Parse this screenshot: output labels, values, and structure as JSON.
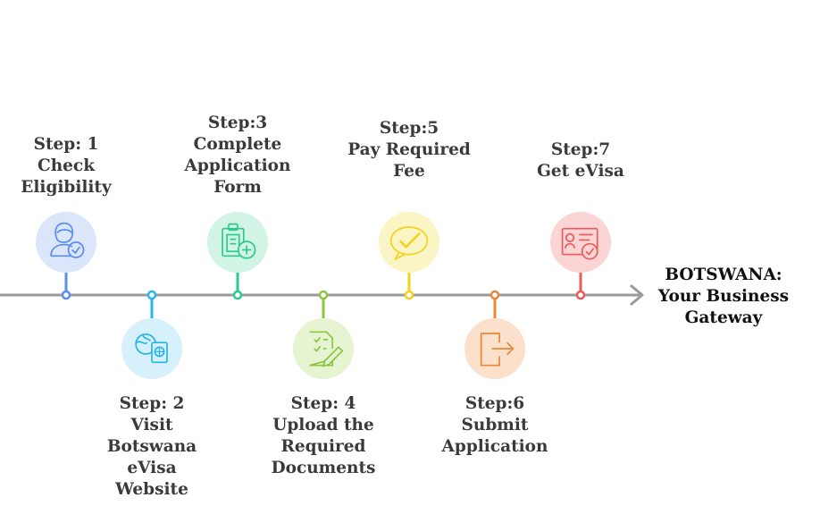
{
  "steps": [
    {
      "lines": [
        "Step: 1",
        "Check",
        "Eligibility"
      ],
      "icon": "user-check-icon",
      "color": "#5b8def",
      "bg": "#dce6fb"
    },
    {
      "lines": [
        "Step: 2",
        "Visit",
        "Botswana",
        "eVisa",
        "Website"
      ],
      "icon": "passport-globe-icon",
      "color": "#29b6e6",
      "bg": "#d6f1fb"
    },
    {
      "lines": [
        "Step:3",
        "Complete",
        "Application",
        "Form"
      ],
      "icon": "clipboard-add-icon",
      "color": "#2ec98f",
      "bg": "#d2f4e5"
    },
    {
      "lines": [
        "Step: 4",
        "Upload the",
        "Required",
        "Documents"
      ],
      "icon": "document-edit-icon",
      "color": "#8cc63f",
      "bg": "#e6f4d2"
    },
    {
      "lines": [
        "Step:5",
        "Pay Required",
        "Fee"
      ],
      "icon": "payment-check-icon",
      "color": "#f2d21b",
      "bg": "#fbf4c4"
    },
    {
      "lines": [
        "Step:6",
        "Submit",
        "Application"
      ],
      "icon": "submit-exit-icon",
      "color": "#e8873a",
      "bg": "#fbe1cc"
    },
    {
      "lines": [
        "Step:7",
        "Get eVisa"
      ],
      "icon": "id-card-check-icon",
      "color": "#e85c5c",
      "bg": "#fbd5d5"
    }
  ],
  "end_label": {
    "lines": [
      "BOTSWANA:",
      "Your Business",
      "Gateway"
    ]
  },
  "colors": {
    "timeline": "#9a9a9a"
  }
}
